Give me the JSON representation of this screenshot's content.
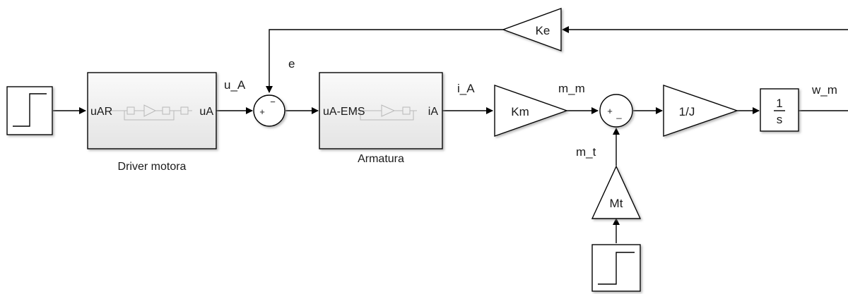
{
  "blocks": {
    "driver": {
      "in_port": "uAR",
      "out_port": "uA",
      "caption": "Driver motora"
    },
    "armatura": {
      "in_port": "uA-EMS",
      "out_port": "iA",
      "caption": "Armatura"
    },
    "km_gain": "Km",
    "inv_j_gain": "1/J",
    "integrator": {
      "numerator": "1",
      "denominator": "s"
    },
    "ke_gain": "Ke",
    "mt_gain": "Mt",
    "sum1": {
      "sign_plus": "+",
      "sign_minus": "−"
    },
    "sum2": {
      "sign_plus": "+",
      "sign_minus": "_"
    }
  },
  "signals": {
    "u_a": "u_A",
    "e": "e",
    "i_a": "i_A",
    "m_m": "m_m",
    "m_t": "m_t",
    "w_m": "w_m"
  }
}
